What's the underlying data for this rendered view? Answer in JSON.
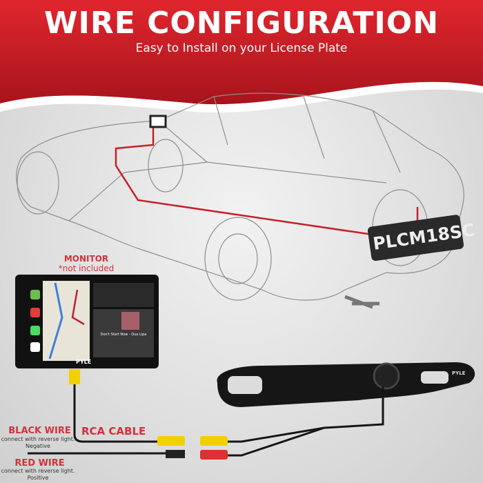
{
  "header": {
    "title": "WIRE CONFIGURATION",
    "subtitle": "Easy to Install on your License Plate"
  },
  "plate": {
    "text": "PLCM18SC"
  },
  "monitor": {
    "label": "MONITOR",
    "note": "*not included",
    "brand": "PYLE",
    "song": "Don't Start Now - Dua Lipa"
  },
  "camera": {
    "brand": "PYLE"
  },
  "wires": {
    "rca": {
      "label": "RCA CABLE"
    },
    "black": {
      "label": "BLACK WIRE",
      "desc": "connect with reverse light.",
      "polarity": "Negative"
    },
    "red": {
      "label": "RED WIRE",
      "desc": "connect with reverse light.",
      "polarity": "Positive"
    }
  },
  "colors": {
    "accent": "#d0323a",
    "header": "#c8202a",
    "rca_yellow": "#f2d000",
    "rca_red": "#e03030"
  }
}
